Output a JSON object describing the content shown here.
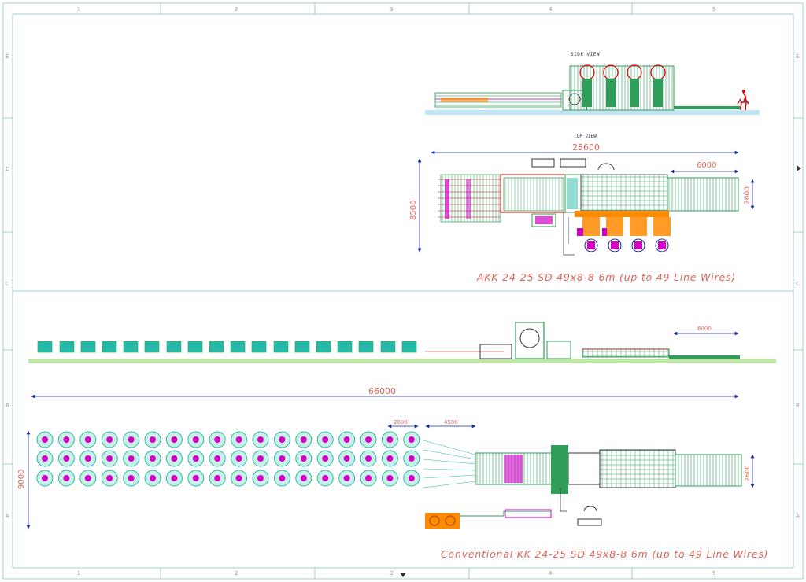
{
  "grid": {
    "columns": [
      "1",
      "2",
      "3",
      "4",
      "5"
    ],
    "rows": [
      "E",
      "D",
      "C",
      "B",
      "A"
    ]
  },
  "top_section": {
    "side_view_label": "SIDE VIEW",
    "top_view_label": "TOP VIEW",
    "dim_length": "28600",
    "dim_exit": "6000",
    "dim_width": "8500",
    "dim_table": "2600",
    "title": "AKK 24-25 SD 49x8-8 6m (up to 49 Line Wires)"
  },
  "bottom_section": {
    "dim_exit": "6000",
    "dim_length": "66000",
    "dim_gap": "2000",
    "dim_guide": "4500",
    "dim_width": "9000",
    "dim_table": "2600",
    "title": "Conventional KK 24-25 SD 49x8-8 6m (up to 49 Line Wires)"
  },
  "colors": {
    "dimension": "#e0645a",
    "frame": "#9fcfd0",
    "machine_green": "#2f9e5a",
    "accent_magenta": "#d400c8",
    "accent_orange": "#ff8a00",
    "accent_teal": "#27b9a8",
    "dim_blue": "#1a2aa0"
  }
}
